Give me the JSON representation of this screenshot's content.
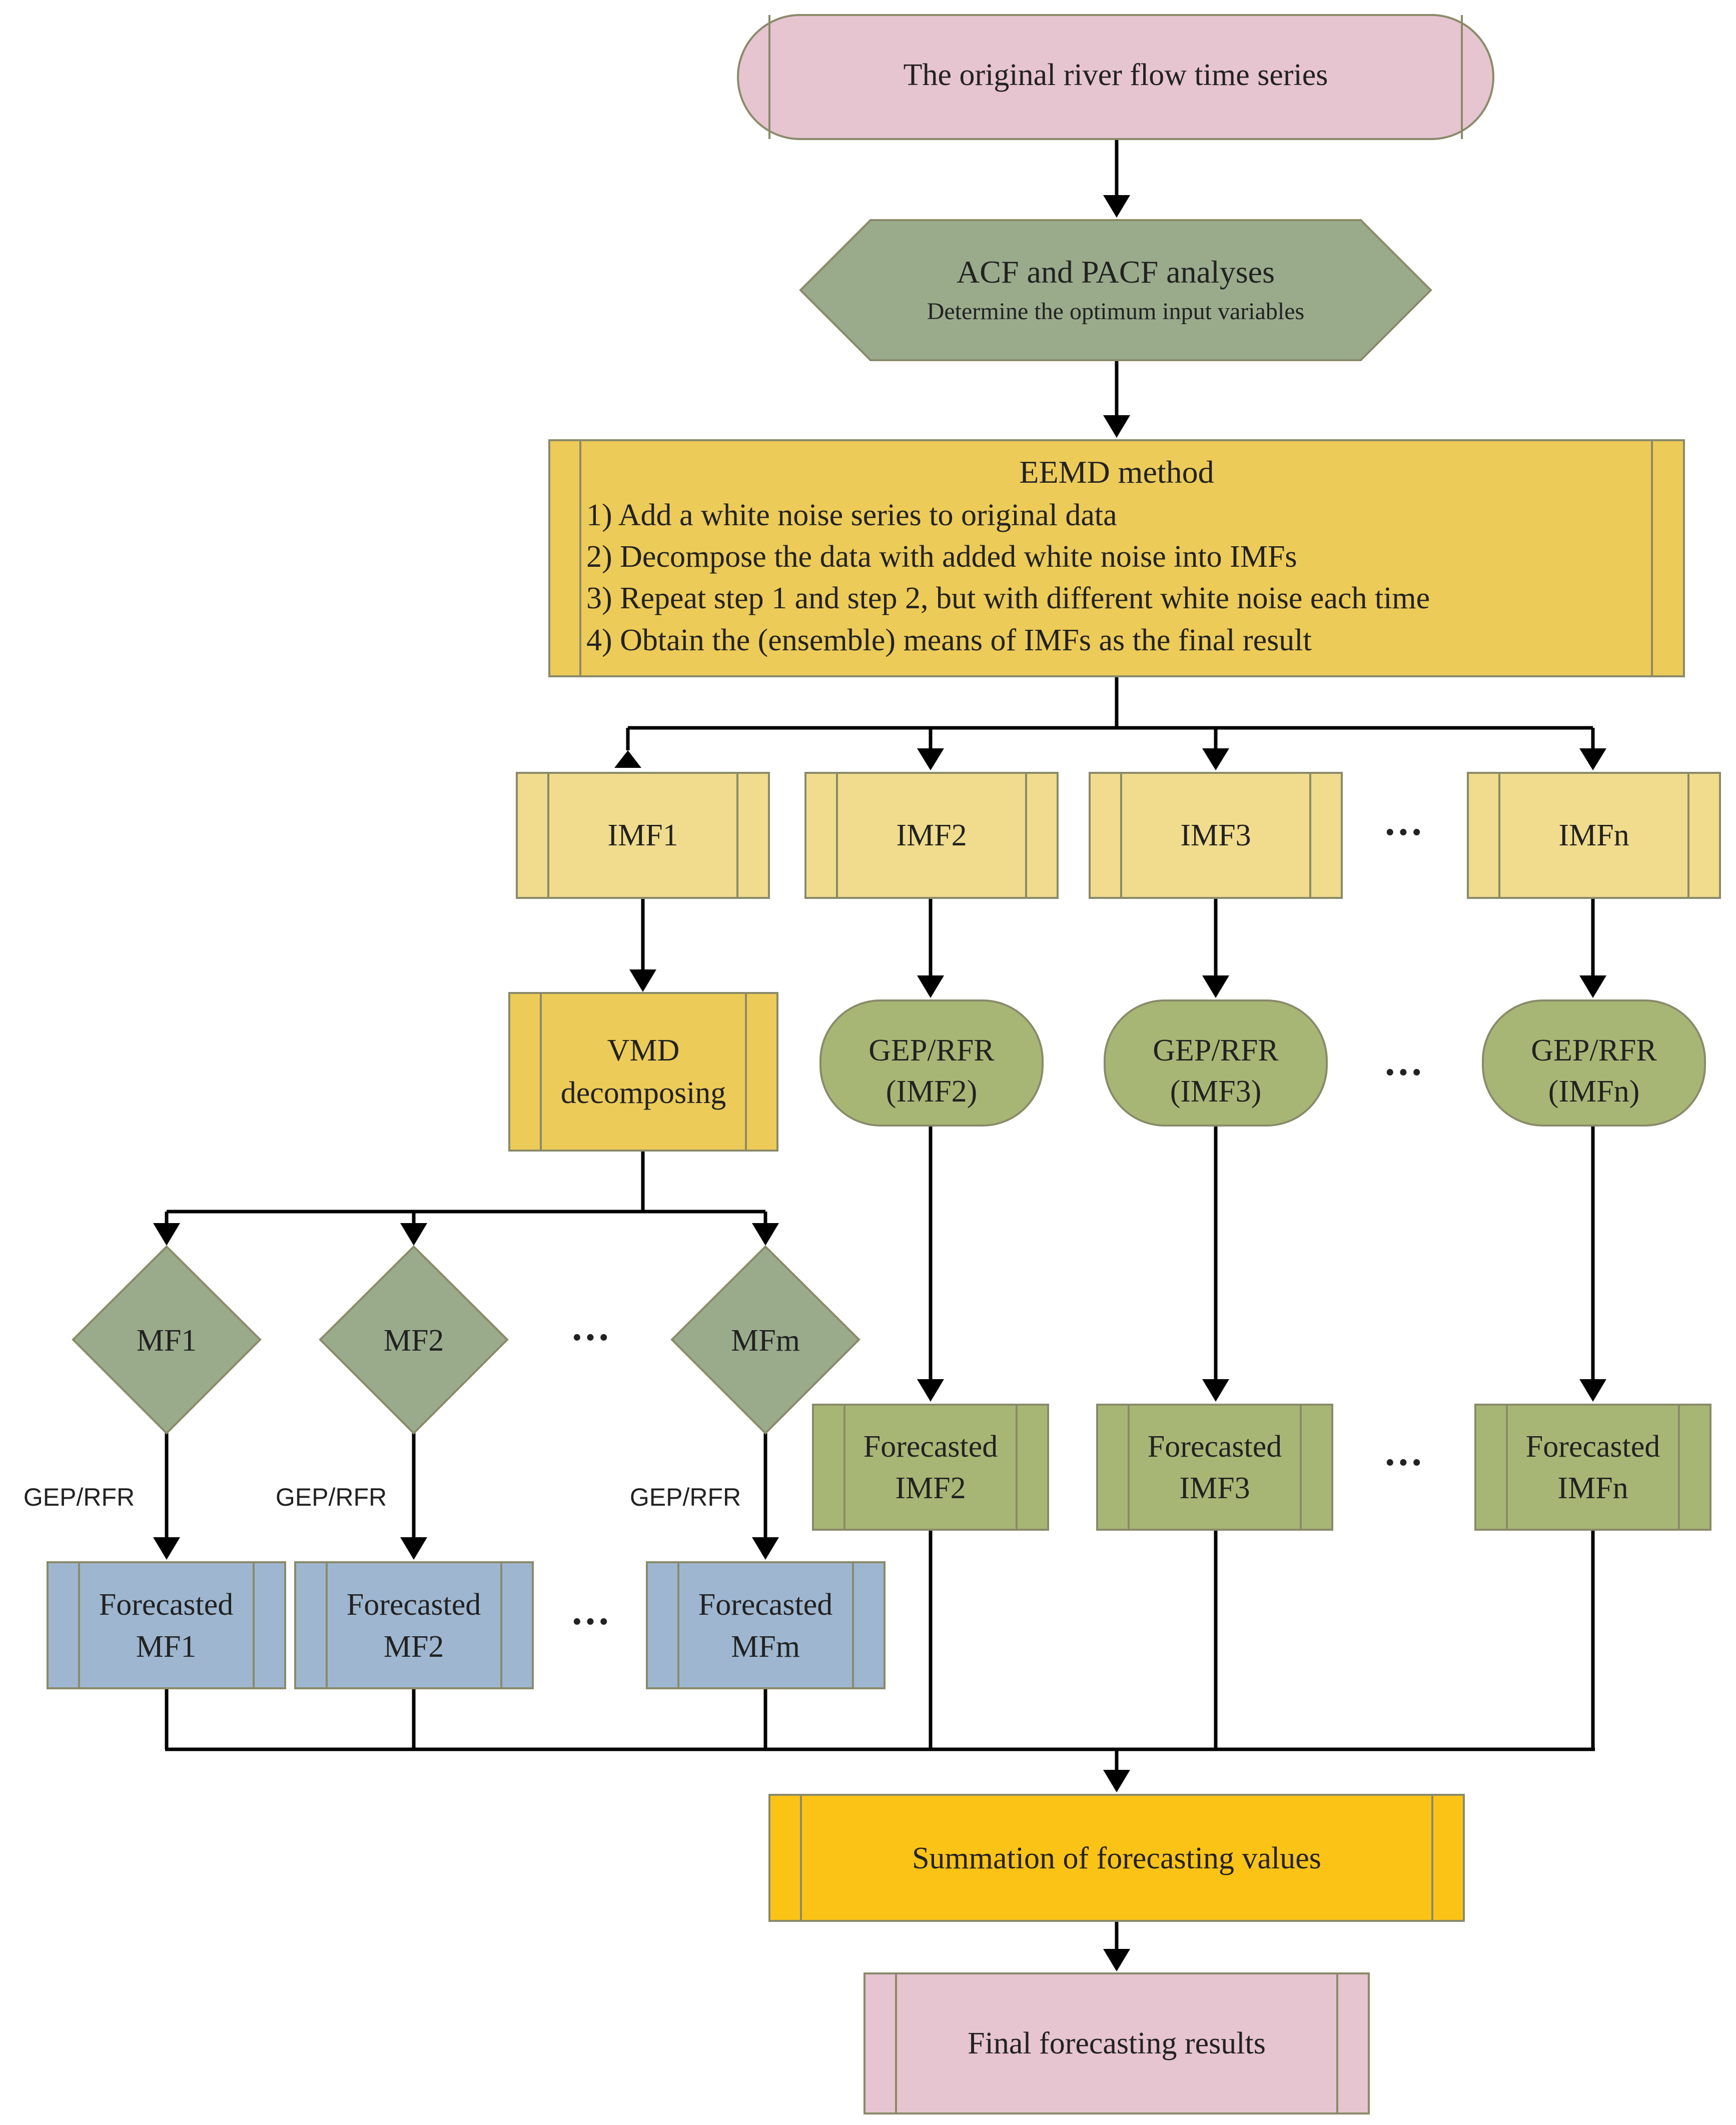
{
  "nodes": {
    "start": "The original river flow time series",
    "acf_title": "ACF and PACF analyses",
    "acf_sub": "Determine the optimum input variables",
    "eemd_title": "EEMD method",
    "eemd_steps": [
      "1) Add a white noise series to original data",
      "2) Decompose the data with added white noise into IMFs",
      "3) Repeat step 1 and step 2, but with different white noise each time",
      "4) Obtain the (ensemble) means of IMFs as the final result"
    ],
    "imf1": "IMF1",
    "imf2": "IMF2",
    "imf3": "IMF3",
    "imfn": "IMFn",
    "vmd_line1": "VMD",
    "vmd_line2": "decomposing",
    "gep_label": "GEP/RFR",
    "gep_imf2": "(IMF2)",
    "gep_imf3": "(IMF3)",
    "gep_imfn": "(IMFn)",
    "mf1": "MF1",
    "mf2": "MF2",
    "mfm": "MFm",
    "edge_gep_rfr": "GEP/RFR",
    "forecasted": "Forecasted",
    "fc_mf1": "MF1",
    "fc_mf2": "MF2",
    "fc_mfm": "MFm",
    "fc_imf2": "IMF2",
    "fc_imf3": "IMF3",
    "fc_imfn": "IMFn",
    "summation": "Summation of forecasting values",
    "final": "Final forecasting results",
    "ellipsis": "···"
  },
  "colors": {
    "pink": "#e6c4d0",
    "gray_green": "#9aab8c",
    "gold": "#eccb58",
    "light_yellow": "#f0dc8c",
    "olive_green": "#a7b675",
    "blue": "#9eb6cf",
    "orange_gold": "#fcc317"
  }
}
